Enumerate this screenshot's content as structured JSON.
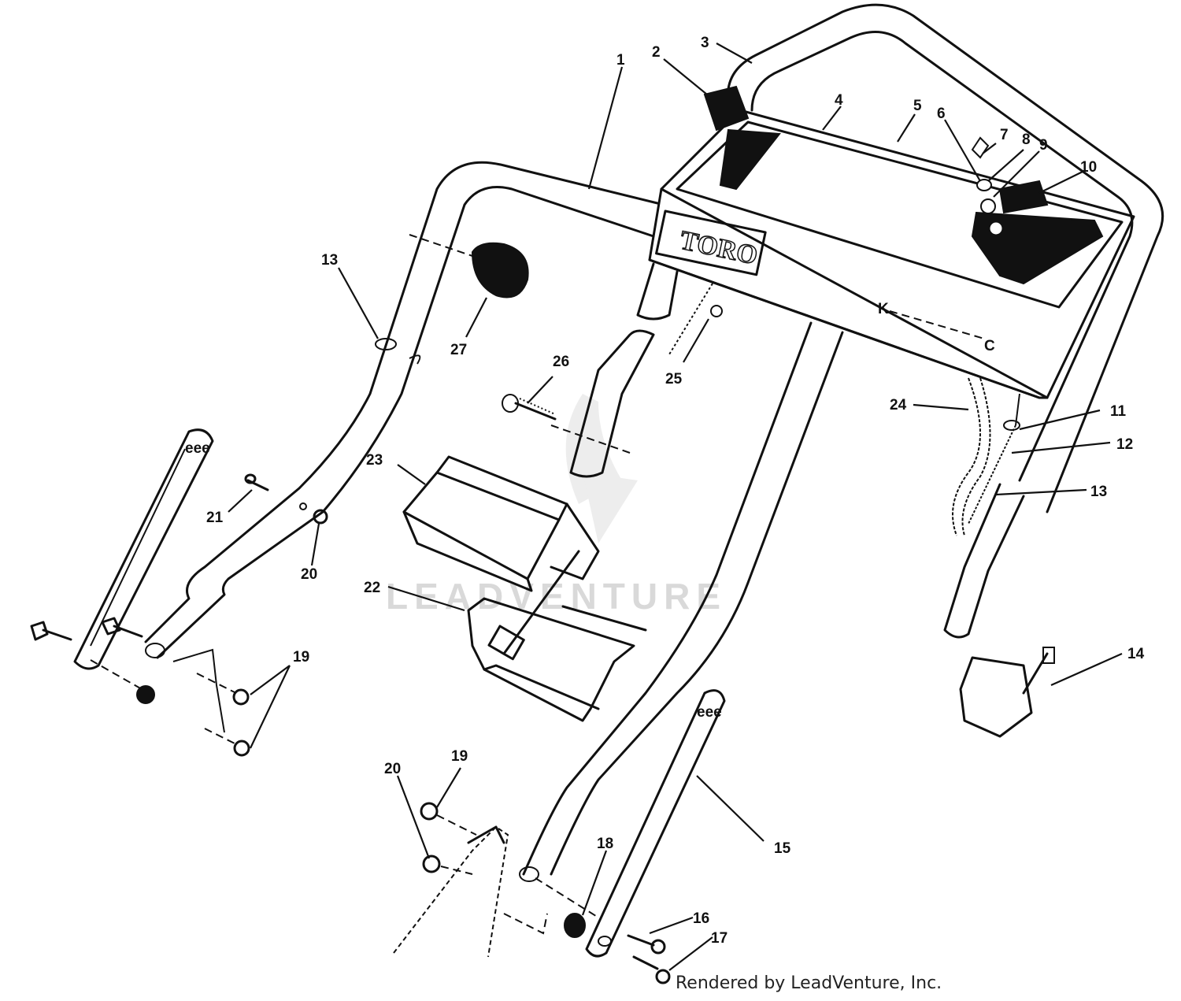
{
  "brand_label": "TORO",
  "panel_letters": {
    "k": "K",
    "c": "C"
  },
  "watermark": "LEADVENTURE",
  "credit": "Rendered by LeadVenture, Inc.",
  "callouts": [
    "1",
    "2",
    "3",
    "4",
    "5",
    "6",
    "7",
    "8",
    "9",
    "10",
    "11",
    "12",
    "13",
    "13",
    "14",
    "15",
    "16",
    "17",
    "18",
    "19",
    "19",
    "20",
    "20",
    "21",
    "22",
    "23",
    "24",
    "25",
    "26",
    "27"
  ],
  "colors": {
    "ink": "#111111",
    "paper": "#ffffff",
    "watermark": "#d9d9d9"
  }
}
